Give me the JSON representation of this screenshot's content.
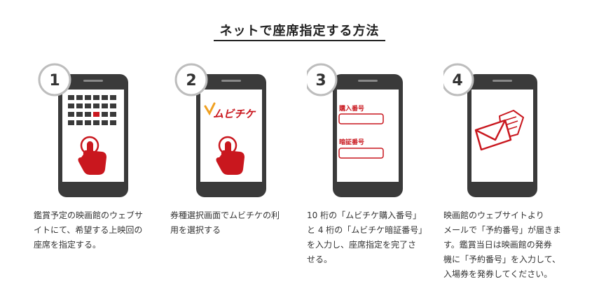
{
  "title": "ネットで座席指定する方法",
  "colors": {
    "accent": "#c9171e",
    "phone": "#3a3a3a",
    "circle_border": "#bdbdbd"
  },
  "steps": [
    {
      "number": "1",
      "description": "鑑賞予定の映画館のウェブサ\nイトにて、希望する上映回の\n座席を指定する。",
      "icons": [
        "seat-grid-icon",
        "tap-hand-icon"
      ]
    },
    {
      "number": "2",
      "description": "券種選択画面でムビチケの利\n用を選択する",
      "logo_text": "ムビチケ",
      "icons": [
        "mvtk-logo",
        "tap-hand-icon"
      ]
    },
    {
      "number": "3",
      "description": "10 桁の「ムビチケ購入番号」\nと 4 桁の「ムビチケ暗証番号」\nを入力し、座席指定を完了さ\nせる。",
      "field1_label": "購入番号",
      "field2_label": "暗証番号"
    },
    {
      "number": "4",
      "description": "映画館のウェブサイトより\nメールで「予約番号」が届きま\nす。鑑賞当日は映画館の発券\n機に「予約番号」を入力して、\n入場券を発券してください。",
      "icons": [
        "envelope-icon",
        "document-icon"
      ]
    }
  ]
}
